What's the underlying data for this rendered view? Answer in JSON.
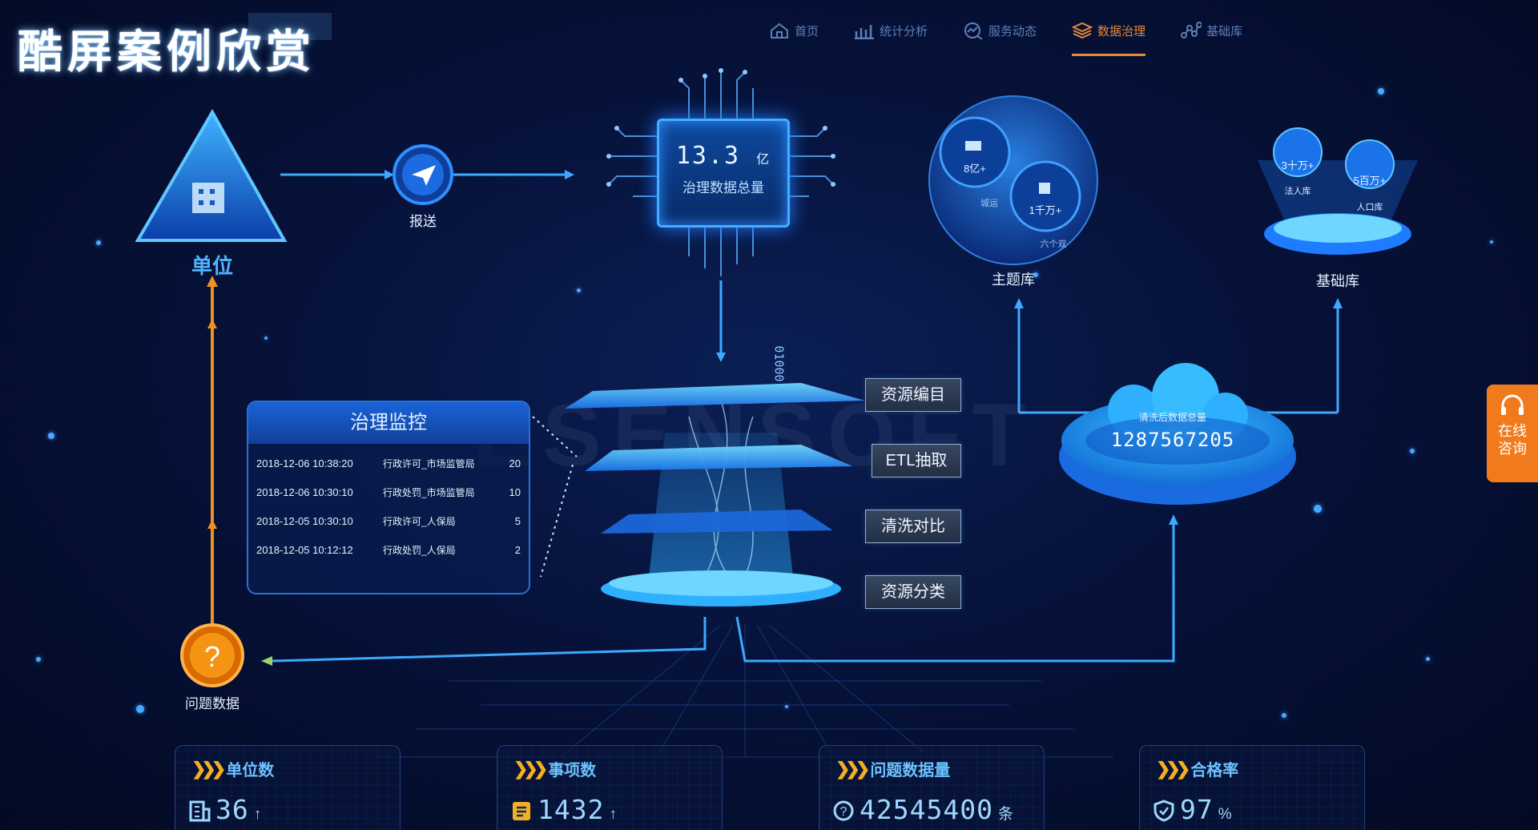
{
  "title": "酷屏案例欣赏",
  "watermark": "ESENSOFT",
  "nav": [
    {
      "label": "首页",
      "icon": "home-icon",
      "active": false
    },
    {
      "label": "统计分析",
      "icon": "bar-chart-icon",
      "active": false
    },
    {
      "label": "服务动态",
      "icon": "trend-icon",
      "active": false
    },
    {
      "label": "数据治理",
      "icon": "layers-icon",
      "active": true
    },
    {
      "label": "基础库",
      "icon": "network-icon",
      "active": false
    }
  ],
  "flow": {
    "unit_label": "单位",
    "report_label": "报送",
    "chip_value": "13.3",
    "chip_unit": "亿",
    "chip_label": "治理数据总量",
    "binary_text": "01000",
    "problem_label": "问题数据",
    "theme_db_label": "主题库",
    "base_db_label": "基础库",
    "theme_bubbles": [
      {
        "value": "8亿+",
        "caption": "城运"
      },
      {
        "value": "1千万+",
        "caption": "六个双"
      }
    ],
    "base_bubbles": [
      {
        "value": "3十万+",
        "caption": "法人库"
      },
      {
        "value": "5百万+",
        "caption": "人口库"
      }
    ],
    "cloud_label": "清洗后数据总量",
    "cloud_value": "1287567205"
  },
  "steps": [
    "资源编目",
    "ETL抽取",
    "清洗对比",
    "资源分类"
  ],
  "monitor": {
    "title": "治理监控",
    "rows": [
      {
        "time": "2018-12-06 10:38:20",
        "desc": "行政许可_市场监管局",
        "count": "20"
      },
      {
        "time": "2018-12-06 10:30:10",
        "desc": "行政处罚_市场监管局",
        "count": "10"
      },
      {
        "time": "2018-12-05 10:30:10",
        "desc": "行政许可_人保局",
        "count": "5"
      },
      {
        "time": "2018-12-05 10:12:12",
        "desc": "行政处罚_人保局",
        "count": "2"
      }
    ]
  },
  "online": {
    "line1": "在线",
    "line2": "咨询"
  },
  "stats": [
    {
      "title": "单位数",
      "value": "36",
      "unit": "↑",
      "icon": "building-icon"
    },
    {
      "title": "事项数",
      "value": "1432",
      "unit": "↑",
      "icon": "document-icon"
    },
    {
      "title": "问题数据量",
      "value": "42545400",
      "unit": "条",
      "icon": "question-icon"
    },
    {
      "title": "合格率",
      "value": "97",
      "unit": "%",
      "icon": "shield-icon"
    }
  ],
  "colors": {
    "accent": "#e8893a",
    "primary": "#1f8cff",
    "background": "#06123a",
    "orange": "#f07a1c"
  }
}
